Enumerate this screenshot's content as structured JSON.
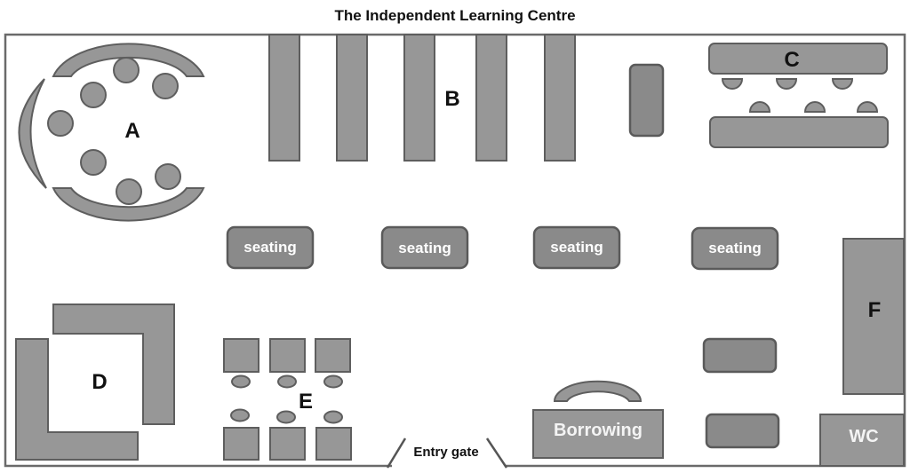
{
  "title": "The Independent Learning Centre",
  "zones": {
    "a": "A",
    "b": "B",
    "c": "C",
    "d": "D",
    "e": "E",
    "f": "F"
  },
  "seating_areas": [
    "seating",
    "seating",
    "seating",
    "seating"
  ],
  "borrowing": "Borrowing",
  "wc": "WC",
  "entry_gate": "Entry gate",
  "colors": {
    "furniture_light": "#979797",
    "furniture_dark": "#8a8a8a",
    "outline": "#5e5e5e",
    "wall": "#6a6a6a",
    "background": "#ffffff"
  }
}
